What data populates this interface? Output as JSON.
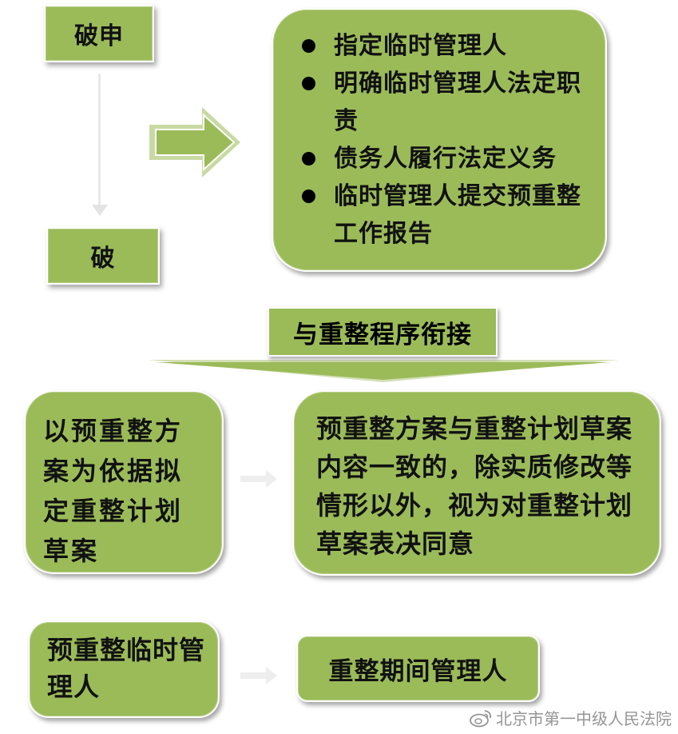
{
  "nodes": {
    "bankruptcy_application": "破申",
    "bankruptcy": "破",
    "steps": [
      "指定临时管理人",
      "明确临时管理人法定职责",
      "债务人履行法定义务",
      "临时管理人提交预重整工作报告"
    ],
    "banner": "与重整程序衔接",
    "plan_basis": "以预重整方案为依据拟定重整计划草案",
    "consistency_rule": "预重整方案与重整计划草案内容一致的，除实质修改等情形以外，视为对重整计划草案表决同意",
    "temporary_manager": "预重整临时管理人",
    "reorganization_manager": "重整期间管理人"
  },
  "watermark": {
    "text": "北京市第一中级人民法院",
    "icon": "weibo-icon"
  },
  "colors": {
    "box_fill": "#9bbb59",
    "arrow_fill": "#9bbb59",
    "connector": "#e3e3e3"
  }
}
